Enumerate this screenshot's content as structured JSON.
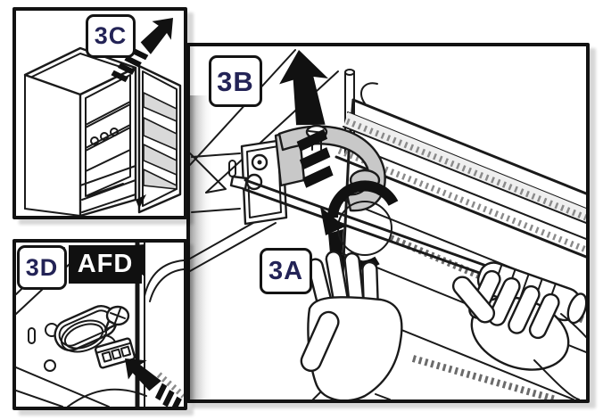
{
  "figure": {
    "kind": "appliance manual illustration",
    "panels": {
      "overview": {
        "step": "3C"
      },
      "main": {
        "step_lift": "3B",
        "step_rotate": "3A"
      },
      "detail": {
        "step": "3D",
        "badge": "AFD"
      }
    },
    "icons": {
      "motion_arrow": "solid black block arrow with speed stripes",
      "rotate_arrow": "curved black arrow around screwdriver shaft"
    },
    "colors": {
      "line": "#1a1a1a",
      "panel_border": "#121212",
      "label_text": "#232356",
      "badge_background": "#101010",
      "badge_text": "#ffffff",
      "hinge_gray": "#c8c8c8",
      "bin_gray": "#d9d9d9",
      "background": "#ffffff"
    }
  }
}
